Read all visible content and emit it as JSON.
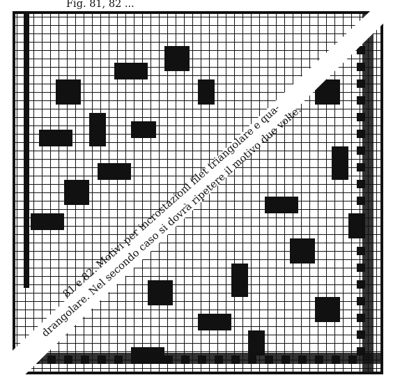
{
  "header_fragment": "Fig. 81, 82 ...",
  "caption": {
    "line1": "81 e 82. Motivi per incrostazioni filet triangolare e qua-",
    "line2": "drangolare. Nel secondo caso si dovrà ripetere il motivo due volte."
  },
  "colors": {
    "ink": "#111111",
    "paper": "#ffffff"
  },
  "figures": [
    {
      "id": "81",
      "shape": "triangle",
      "description": "triangular filet lace insert (upper-left)"
    },
    {
      "id": "82",
      "shape": "square",
      "description": "square filet lace insert (lower-right, repeated twice)"
    }
  ]
}
